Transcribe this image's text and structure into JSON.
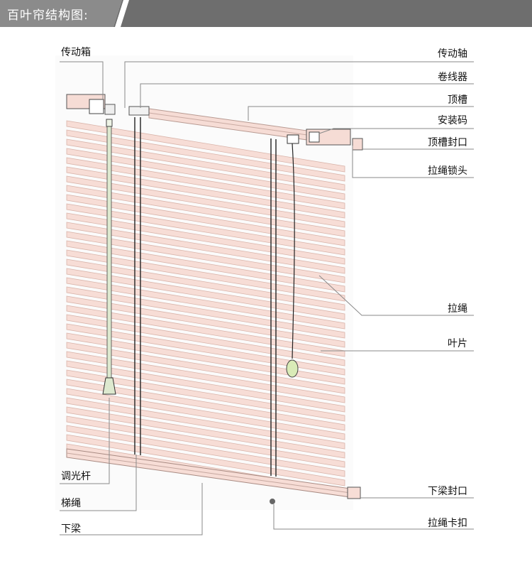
{
  "title": "百叶帘结构图:",
  "colors": {
    "title_bg": "#8b8b8b",
    "slat_fill": "#f7ddd6",
    "slat_edge": "#d9b4aa",
    "cord": "#222222",
    "leader": "#8a8a8a",
    "wand": "#d8e8c8"
  },
  "labels_left": [
    {
      "id": "transmission-box",
      "text": "传动箱"
    },
    {
      "id": "tilt-wand",
      "text": "调光杆"
    },
    {
      "id": "ladder-cord",
      "text": "梯绳"
    },
    {
      "id": "bottom-rail",
      "text": "下梁"
    }
  ],
  "labels_right": [
    {
      "id": "drive-shaft",
      "text": "传动轴"
    },
    {
      "id": "cord-winder",
      "text": "卷线器"
    },
    {
      "id": "head-rail",
      "text": "顶槽"
    },
    {
      "id": "mounting-bracket",
      "text": "安装码"
    },
    {
      "id": "head-rail-end-cap",
      "text": "顶槽封口"
    },
    {
      "id": "cord-lock",
      "text": "拉绳锁头"
    },
    {
      "id": "lift-cord",
      "text": "拉绳"
    },
    {
      "id": "slat",
      "text": "叶片"
    },
    {
      "id": "bottom-rail-end-cap",
      "text": "下梁封口"
    },
    {
      "id": "cord-buckle",
      "text": "拉绳卡扣"
    }
  ]
}
